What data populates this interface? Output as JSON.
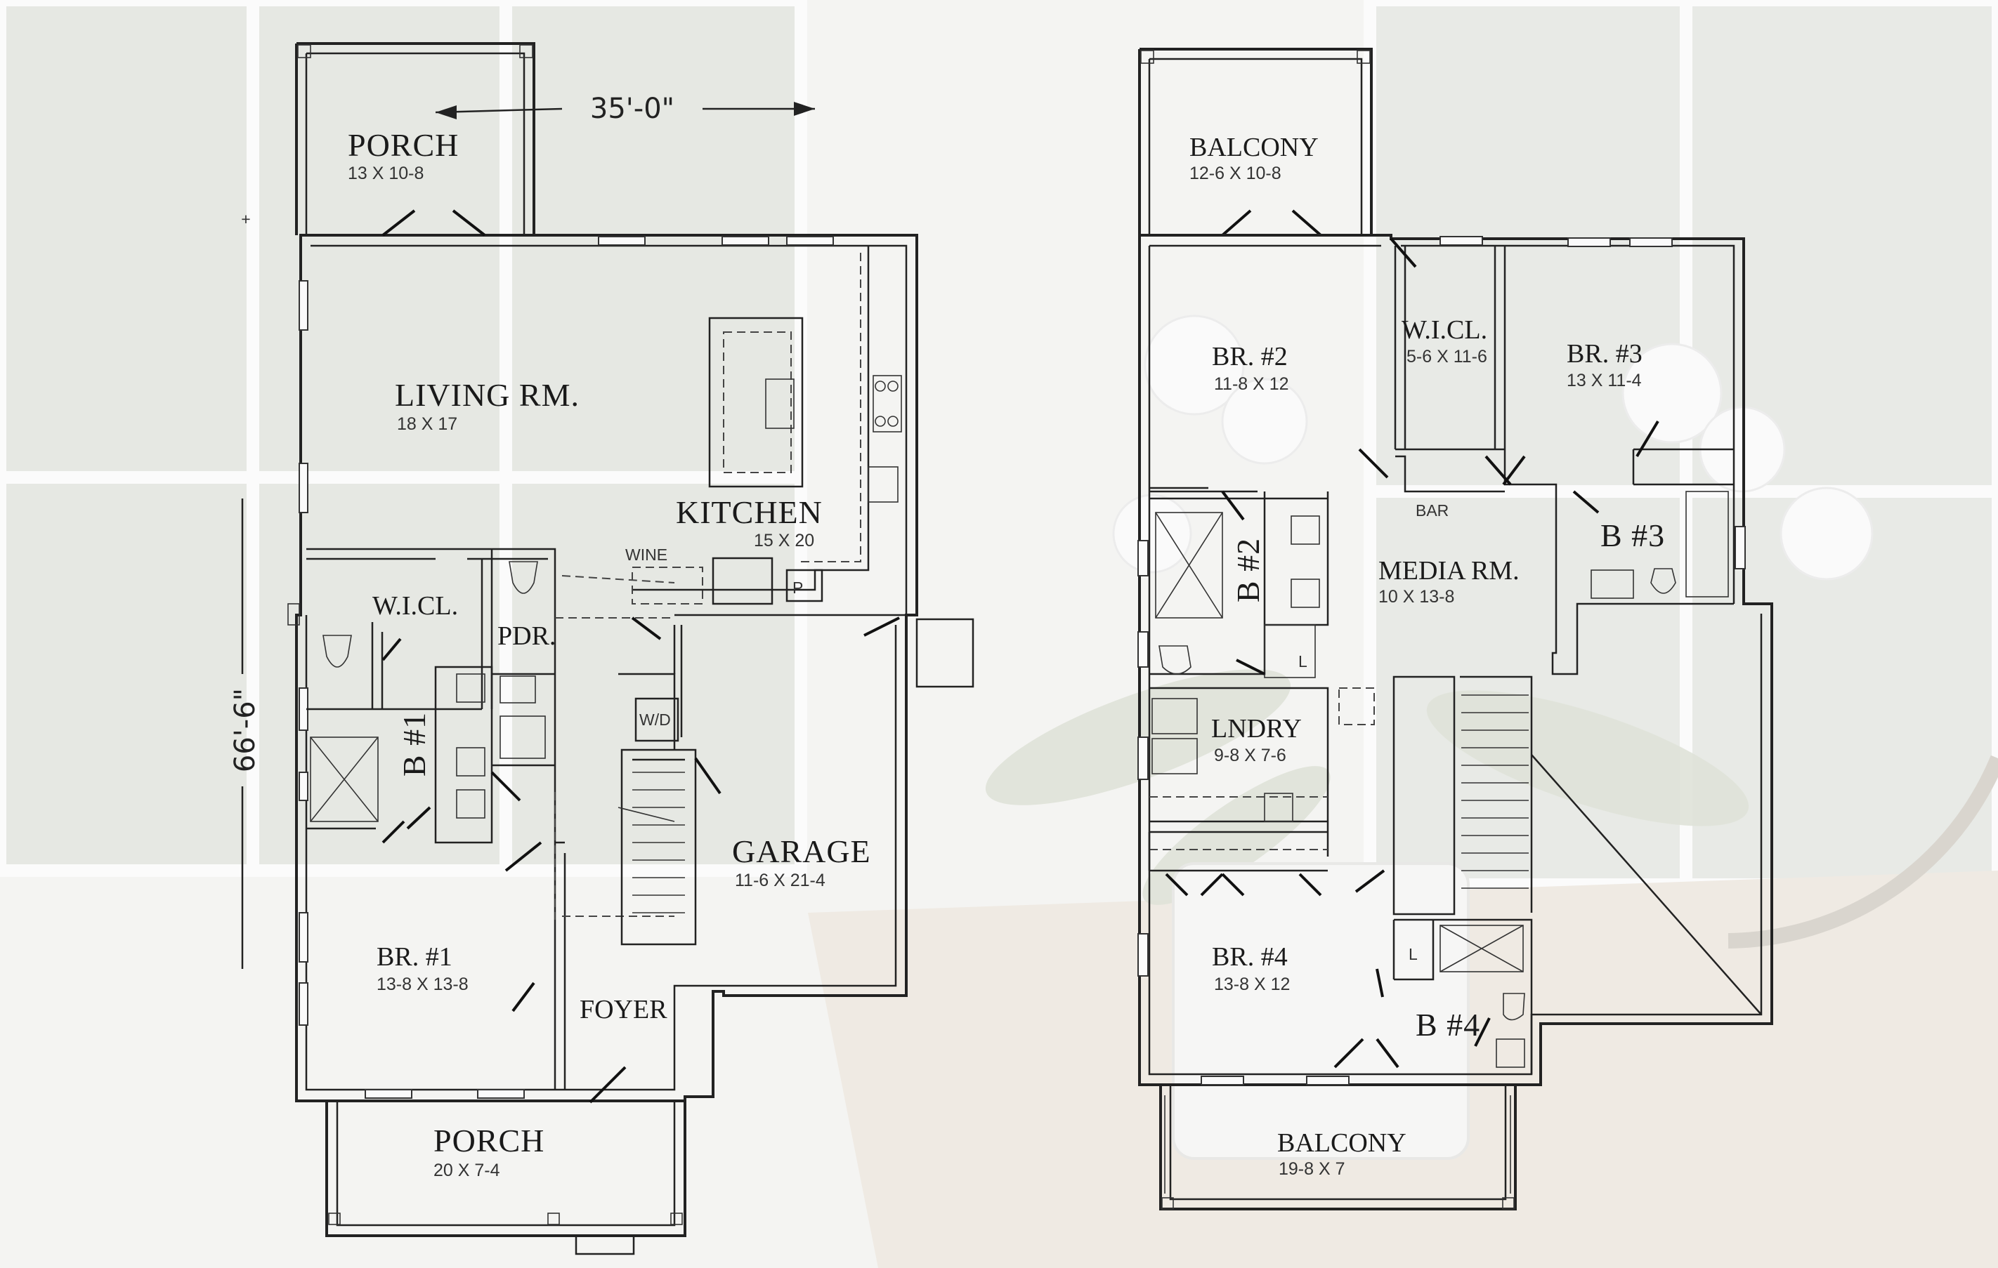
{
  "plan_labels": {
    "dim_width": "35'-0\"",
    "dim_depth": "66'-6\""
  },
  "first_floor": {
    "porch_rear": {
      "name": "PORCH",
      "size": "13 X 10-8"
    },
    "living": {
      "name": "LIVING RM.",
      "size": "18 X 17"
    },
    "kitchen": {
      "name": "KITCHEN",
      "size": "15 X 20"
    },
    "wine": "WINE",
    "pantry": "P",
    "wicl": {
      "name": "W.I.CL."
    },
    "pdr": {
      "name": "PDR."
    },
    "bath1": {
      "name": "B #1"
    },
    "wd": "W/D",
    "garage": {
      "name": "GARAGE",
      "size": "11-6 X 21-4"
    },
    "br1": {
      "name": "BR. #1",
      "size": "13-8 X 13-8"
    },
    "foyer": {
      "name": "FOYER"
    },
    "porch_front": {
      "name": "PORCH",
      "size": "20 X 7-4"
    }
  },
  "second_floor": {
    "balcony_rear": {
      "name": "BALCONY",
      "size": "12-6 X 10-8"
    },
    "br2": {
      "name": "BR. #2",
      "size": "11-8 X 12"
    },
    "wicl": {
      "name": "W.I.CL.",
      "size": "5-6 X 11-6"
    },
    "br3": {
      "name": "BR. #3",
      "size": "13 X 11-4"
    },
    "bar": "BAR",
    "bath2": {
      "name": "B #2"
    },
    "media": {
      "name": "MEDIA RM.",
      "size": "10 X 13-8"
    },
    "bath3": {
      "name": "B #3"
    },
    "linen1": "L",
    "laundry": {
      "name": "LNDRY",
      "size": "9-8 X 7-6"
    },
    "br4": {
      "name": "BR. #4",
      "size": "13-8 X 12"
    },
    "linen2": "L",
    "bath4": {
      "name": "B #4"
    },
    "balcony_front": {
      "name": "BALCONY",
      "size": "19-8 X 7"
    }
  }
}
